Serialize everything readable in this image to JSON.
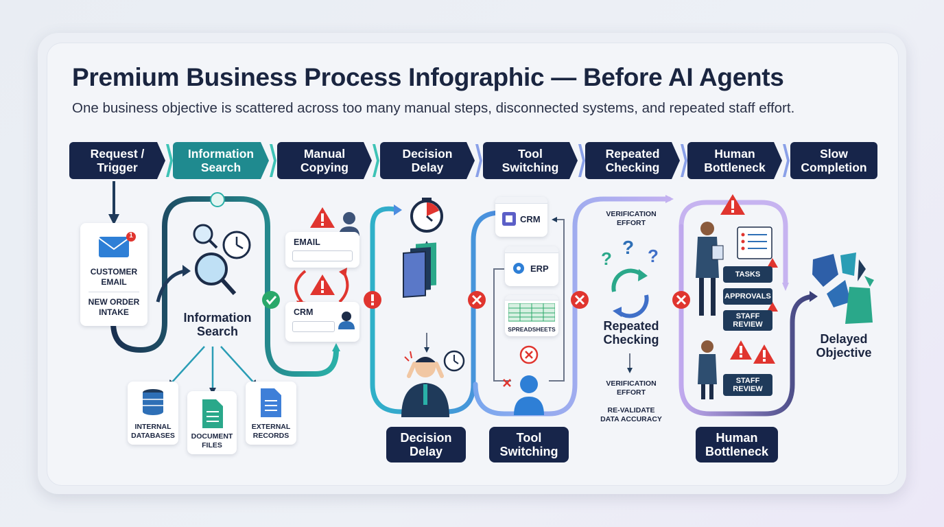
{
  "header": {
    "title": "Premium Business Process Infographic — Before AI Agents",
    "subtitle": "One business objective is scattered across too many manual steps, disconnected systems, and repeated staff effort."
  },
  "steps": [
    {
      "label": "Request /\nTrigger",
      "style": "navy"
    },
    {
      "label": "Information\nSearch",
      "style": "teal"
    },
    {
      "label": "Manual\nCopying",
      "style": "navy"
    },
    {
      "label": "Decision\nDelay",
      "style": "navy"
    },
    {
      "label": "Tool\nSwitching",
      "style": "navy"
    },
    {
      "label": "Repeated\nChecking",
      "style": "navy"
    },
    {
      "label": "Human\nBottleneck",
      "style": "navy"
    },
    {
      "label": "Slow\nCompletion",
      "style": "navy"
    }
  ],
  "trigger": {
    "line1": "CUSTOMER\nEMAIL",
    "line2": "NEW ORDER\nINTAKE",
    "badge": "1"
  },
  "search": {
    "label": "Information\nSearch",
    "sources": [
      "INTERNAL\nDATABASES",
      "DOCUMENT\nFILES",
      "EXTERNAL\nRECORDS"
    ]
  },
  "copying": {
    "email": "EMAIL",
    "crm": "CRM"
  },
  "decision": {
    "label": "Decision\nDelay"
  },
  "tools": {
    "crm": "CRM",
    "erp": "ERP",
    "spreadsheets": "SPREADSHEETS",
    "label": "Tool\nSwitching"
  },
  "checking": {
    "top": "VERIFICATION\nEFFORT",
    "label": "Repeated\nChecking",
    "bottom1": "VERIFICATION\nEFFORT",
    "bottom2": "RE-VALIDATE\nDATA ACCURACY"
  },
  "bottleneck": {
    "tasks": "TASKS",
    "approvals": "APPROVALS",
    "review1": "STAFF\nREVIEW",
    "review2": "STAFF\nREVIEW",
    "label": "Human\nBottleneck"
  },
  "completion": {
    "label": "Delayed\nObjective"
  },
  "colors": {
    "navy": "#17254a",
    "teal": "#1f8a8f",
    "red": "#e0352f",
    "blue": "#3f7fd9",
    "purple": "#a58be6"
  }
}
